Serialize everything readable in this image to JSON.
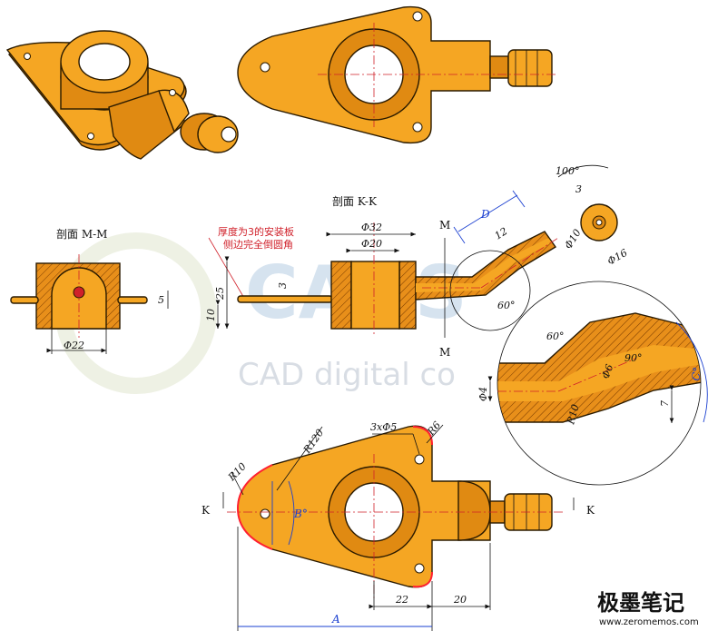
{
  "labels": {
    "section_mm": "剖面 M-M",
    "section_kk": "剖面 K-K",
    "note_line1": "厚度为3的安装板",
    "note_line2": "侧边完全倒圆角",
    "m_top": "M",
    "m_bottom": "M",
    "k_left": "K",
    "k_right": "K"
  },
  "dims": {
    "phi22": "Φ22",
    "d5": "5",
    "phi32": "Φ32",
    "phi20": "Φ20",
    "d25": "25",
    "d10": "10",
    "d3": "3",
    "d12": "12",
    "phi10": "Φ10",
    "a60": "60°",
    "D": "D",
    "a100": "100°",
    "d3b": "3",
    "phi16": "Φ16",
    "a60b": "60°",
    "phi6": "Φ6",
    "a90": "90°",
    "phi4": "Φ4",
    "d7": "7",
    "R10": "R10",
    "C": "C°",
    "R120": "R120",
    "holes": "3xΦ5",
    "R6": "R6",
    "R10b": "R10",
    "B": "B°",
    "d22": "22",
    "d20": "20",
    "A": "A"
  },
  "watermark": {
    "line": "CAD digital co",
    "big": "CADS"
  },
  "brand": {
    "name": "极墨笔记",
    "url": "www.zeromemos.com"
  },
  "colors": {
    "part": "#f5a623",
    "section": "#e08a12",
    "dimension": "#1a3fd0",
    "note": "#d0202a"
  }
}
